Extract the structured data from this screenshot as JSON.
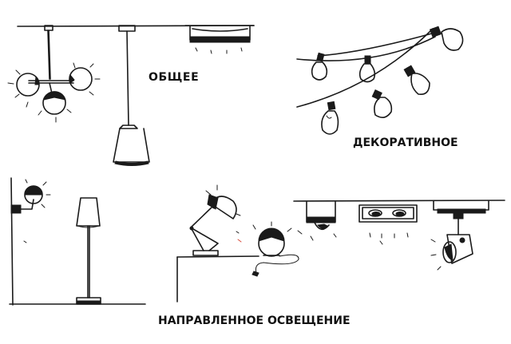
{
  "labels": {
    "general": "ОБЩЕЕ",
    "decorative": "ДЕКОРАТИВНОЕ",
    "directional": "НАПРАВЛЕННОЕ ОСВЕЩЕНИЕ"
  },
  "colors": {
    "ink": "#1a1a1a",
    "background": "#ffffff",
    "accent_red": "#d94a3a"
  }
}
